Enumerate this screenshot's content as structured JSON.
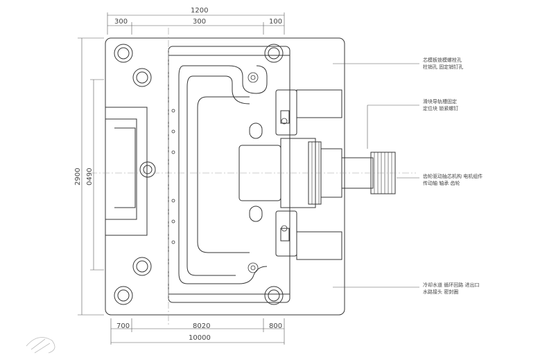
{
  "dimensions": {
    "top_overall": "1200",
    "top_left": "300",
    "top_middle": "300",
    "top_right": "100",
    "left_overall": "2900",
    "left_inner": "0490",
    "bottom_left": "700",
    "bottom_middle": "8020",
    "bottom_right": "800",
    "bottom_overall": "10000"
  },
  "notes": [
    {
      "line1": "芯模板锁模螺栓孔",
      "line2": "柱销孔 固定销钉孔"
    },
    {
      "line1": "滑块导轨槽固定",
      "line2": "定位块 锁紧螺钉"
    },
    {
      "line1": "齿轮驱动抽芯机构 电机组件",
      "line2": "传动轴 轴承 齿轮"
    },
    {
      "line1": "冷却水道 循环回路 进出口",
      "line2": "水路接头 密封圈"
    }
  ],
  "colors": {
    "line": "#333333",
    "centerline": "#999999",
    "background": "#ffffff"
  }
}
